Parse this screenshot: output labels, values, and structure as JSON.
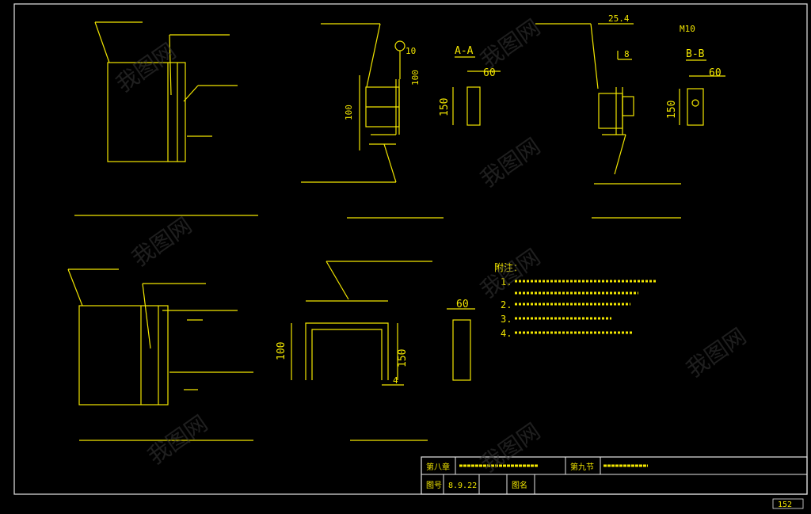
{
  "colors": {
    "line": "#f2e600",
    "background": "#000000",
    "frame": "#e6e6e6",
    "watermark": "#3a3a3a"
  },
  "sections": {
    "a_a": "A-A",
    "b_b": "B-B"
  },
  "dims": {
    "d10": "10",
    "d60_a": "60",
    "d150_a": "150",
    "d100_a": "100",
    "d100_b": "100",
    "d25": "25.4",
    "m10": "M10",
    "d60_b": "60",
    "d150_b": "150",
    "d8": "8",
    "d100_c": "100",
    "d150_c": "150",
    "d4": "4",
    "d60_c": "60"
  },
  "notes": {
    "header": "附注：",
    "items": [
      "1.",
      "2.",
      "3.",
      "4."
    ]
  },
  "title_block": {
    "chapter": "第八章",
    "section": "第九节",
    "row2_left": "图号",
    "row2_no": "8.9.22",
    "row2_name": "图名",
    "page": "152"
  },
  "watermark": {
    "icon": "logo-icon",
    "text": "我图网"
  }
}
